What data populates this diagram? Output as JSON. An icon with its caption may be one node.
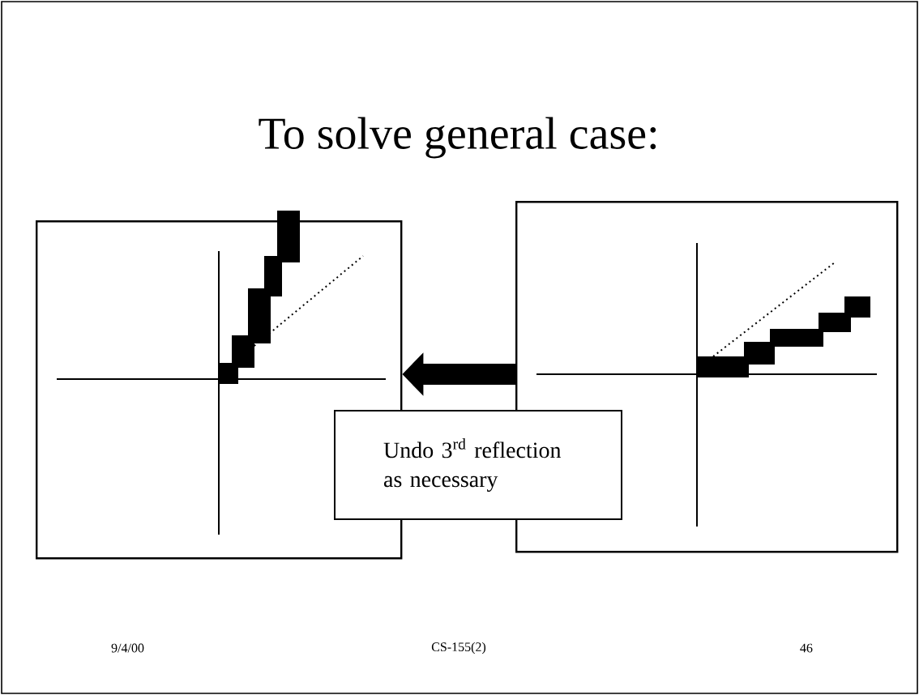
{
  "diagram": {
    "title": "To solve general case:",
    "nodes": [
      {
        "text": [],
        "shape": "box"
      },
      {
        "text": [],
        "shape": "box"
      },
      {
        "text": [
          "Undo 3$^{rd}$ reflection as necessary"
        ]
      }
    ],
    "edges": [
      {
        "from": 1,
        "to": 0,
        "arrow": "to"
      }
    ],
    "labels": [
      "9/4/00",
      "CS-155(2)",
      "46"
    ]
  }
}
